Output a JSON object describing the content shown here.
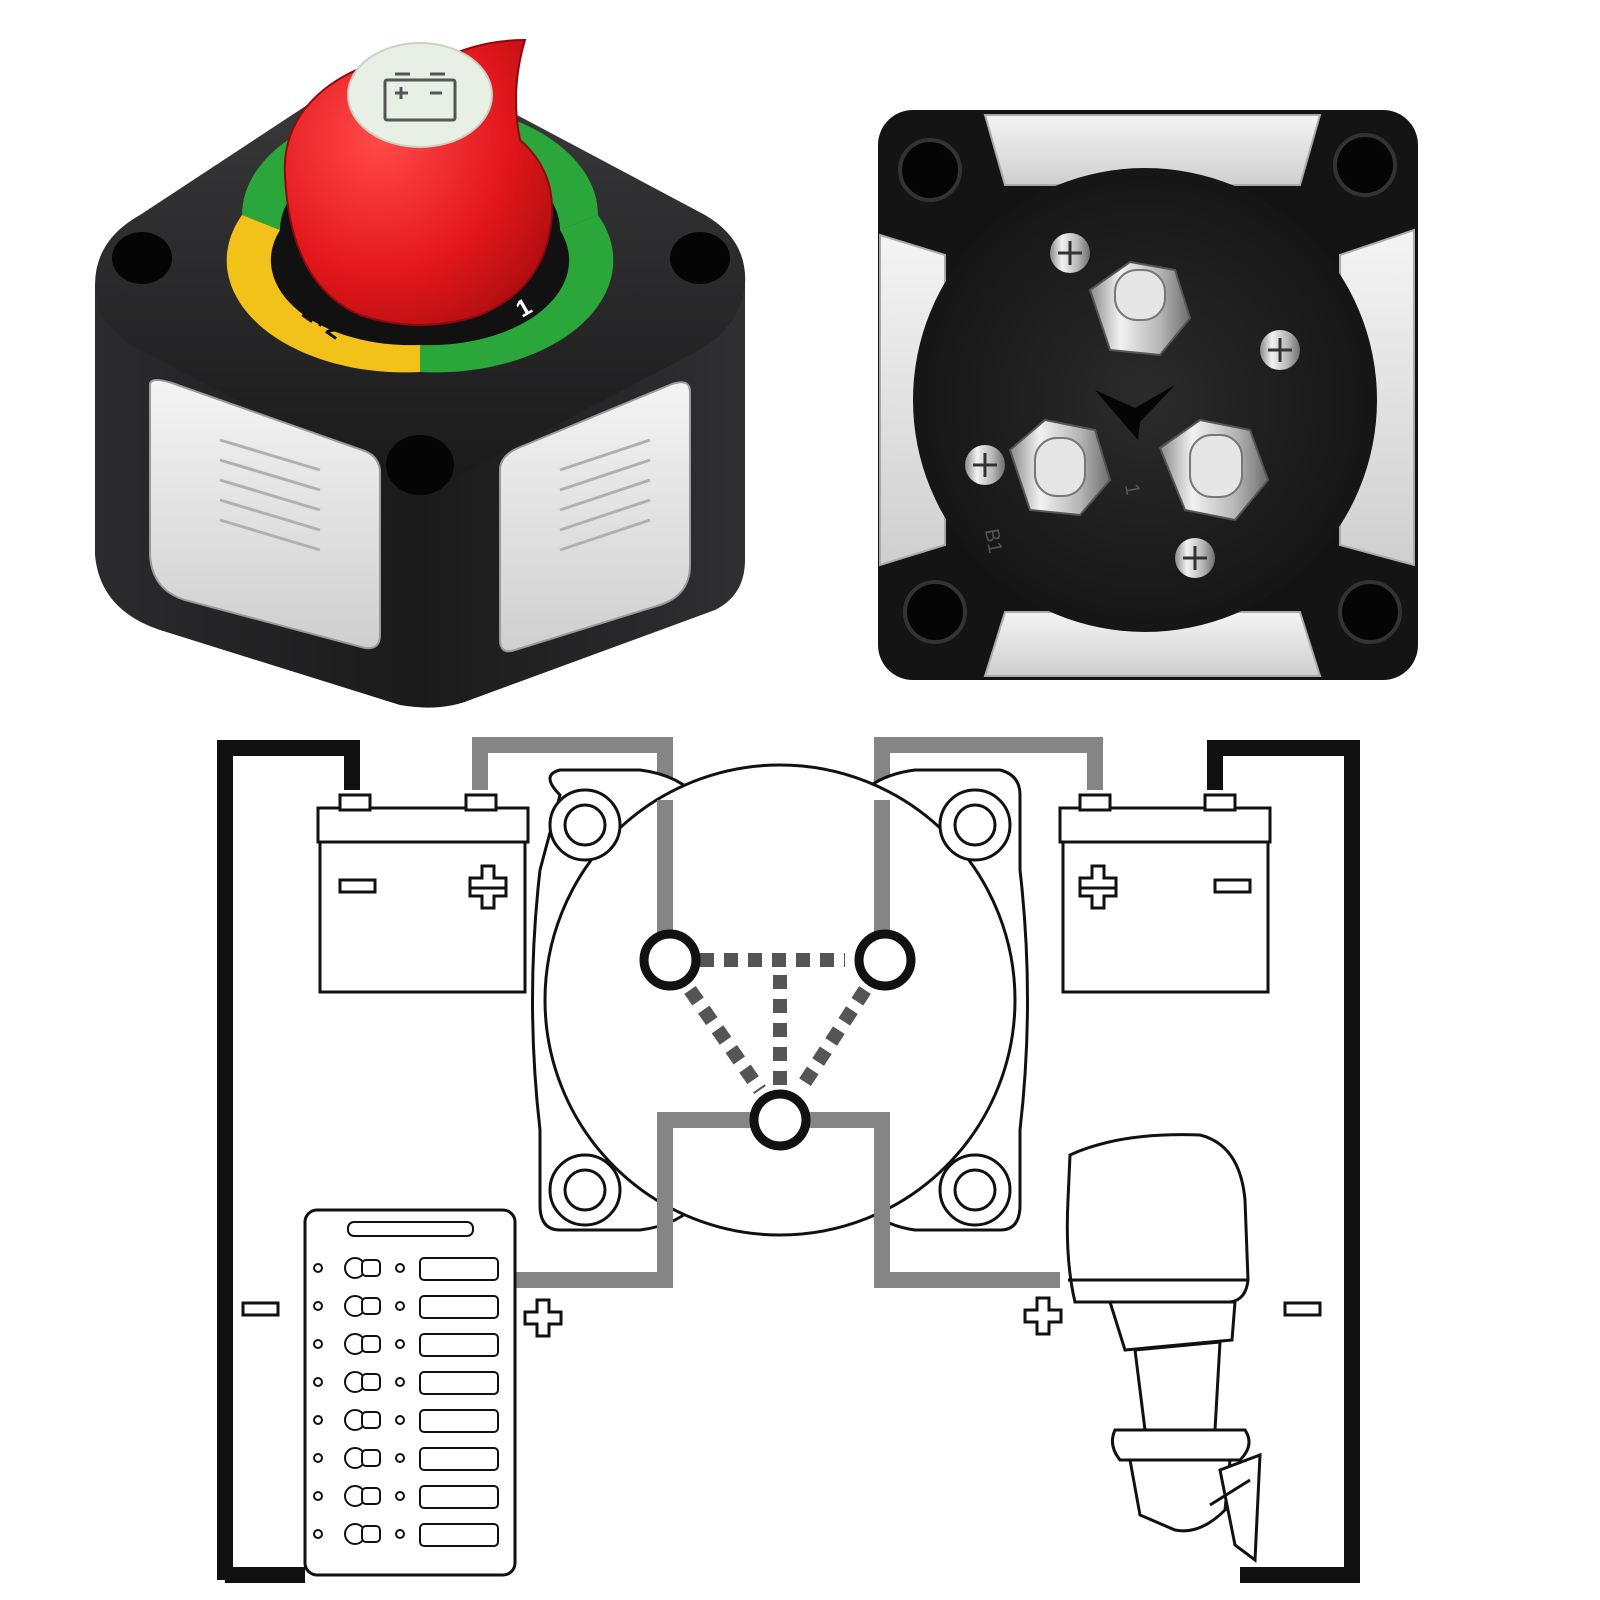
{
  "colors": {
    "knob_red": "#e3171b",
    "ring_green": "#2aa63a",
    "ring_yellow": "#f2c21a",
    "housing": "#1c1c1e",
    "wire_positive": "#858585",
    "wire_negative": "#111111",
    "terminal_steel": "#c9c9c9"
  },
  "product": {
    "front_view": {
      "knob_icon": "battery-icon",
      "dial_positions": [
        "1+2",
        "1"
      ]
    },
    "back_view": {
      "terminal_labels": [
        "B1",
        "1"
      ]
    }
  },
  "wiring_diagram": {
    "battery_left": {
      "terminals": [
        "−",
        "+"
      ],
      "icon": "battery-icon"
    },
    "battery_right": {
      "terminals": [
        "+",
        "−"
      ],
      "icon": "battery-icon"
    },
    "switch": {
      "icon": "switch-icon",
      "terminal_count": 3
    },
    "load_left": {
      "icon": "switch-panel-icon",
      "circuit_count": 8
    },
    "load_right": {
      "icon": "outboard-motor-icon"
    },
    "polarity_marks": [
      "−",
      "+",
      "+",
      "−"
    ]
  }
}
